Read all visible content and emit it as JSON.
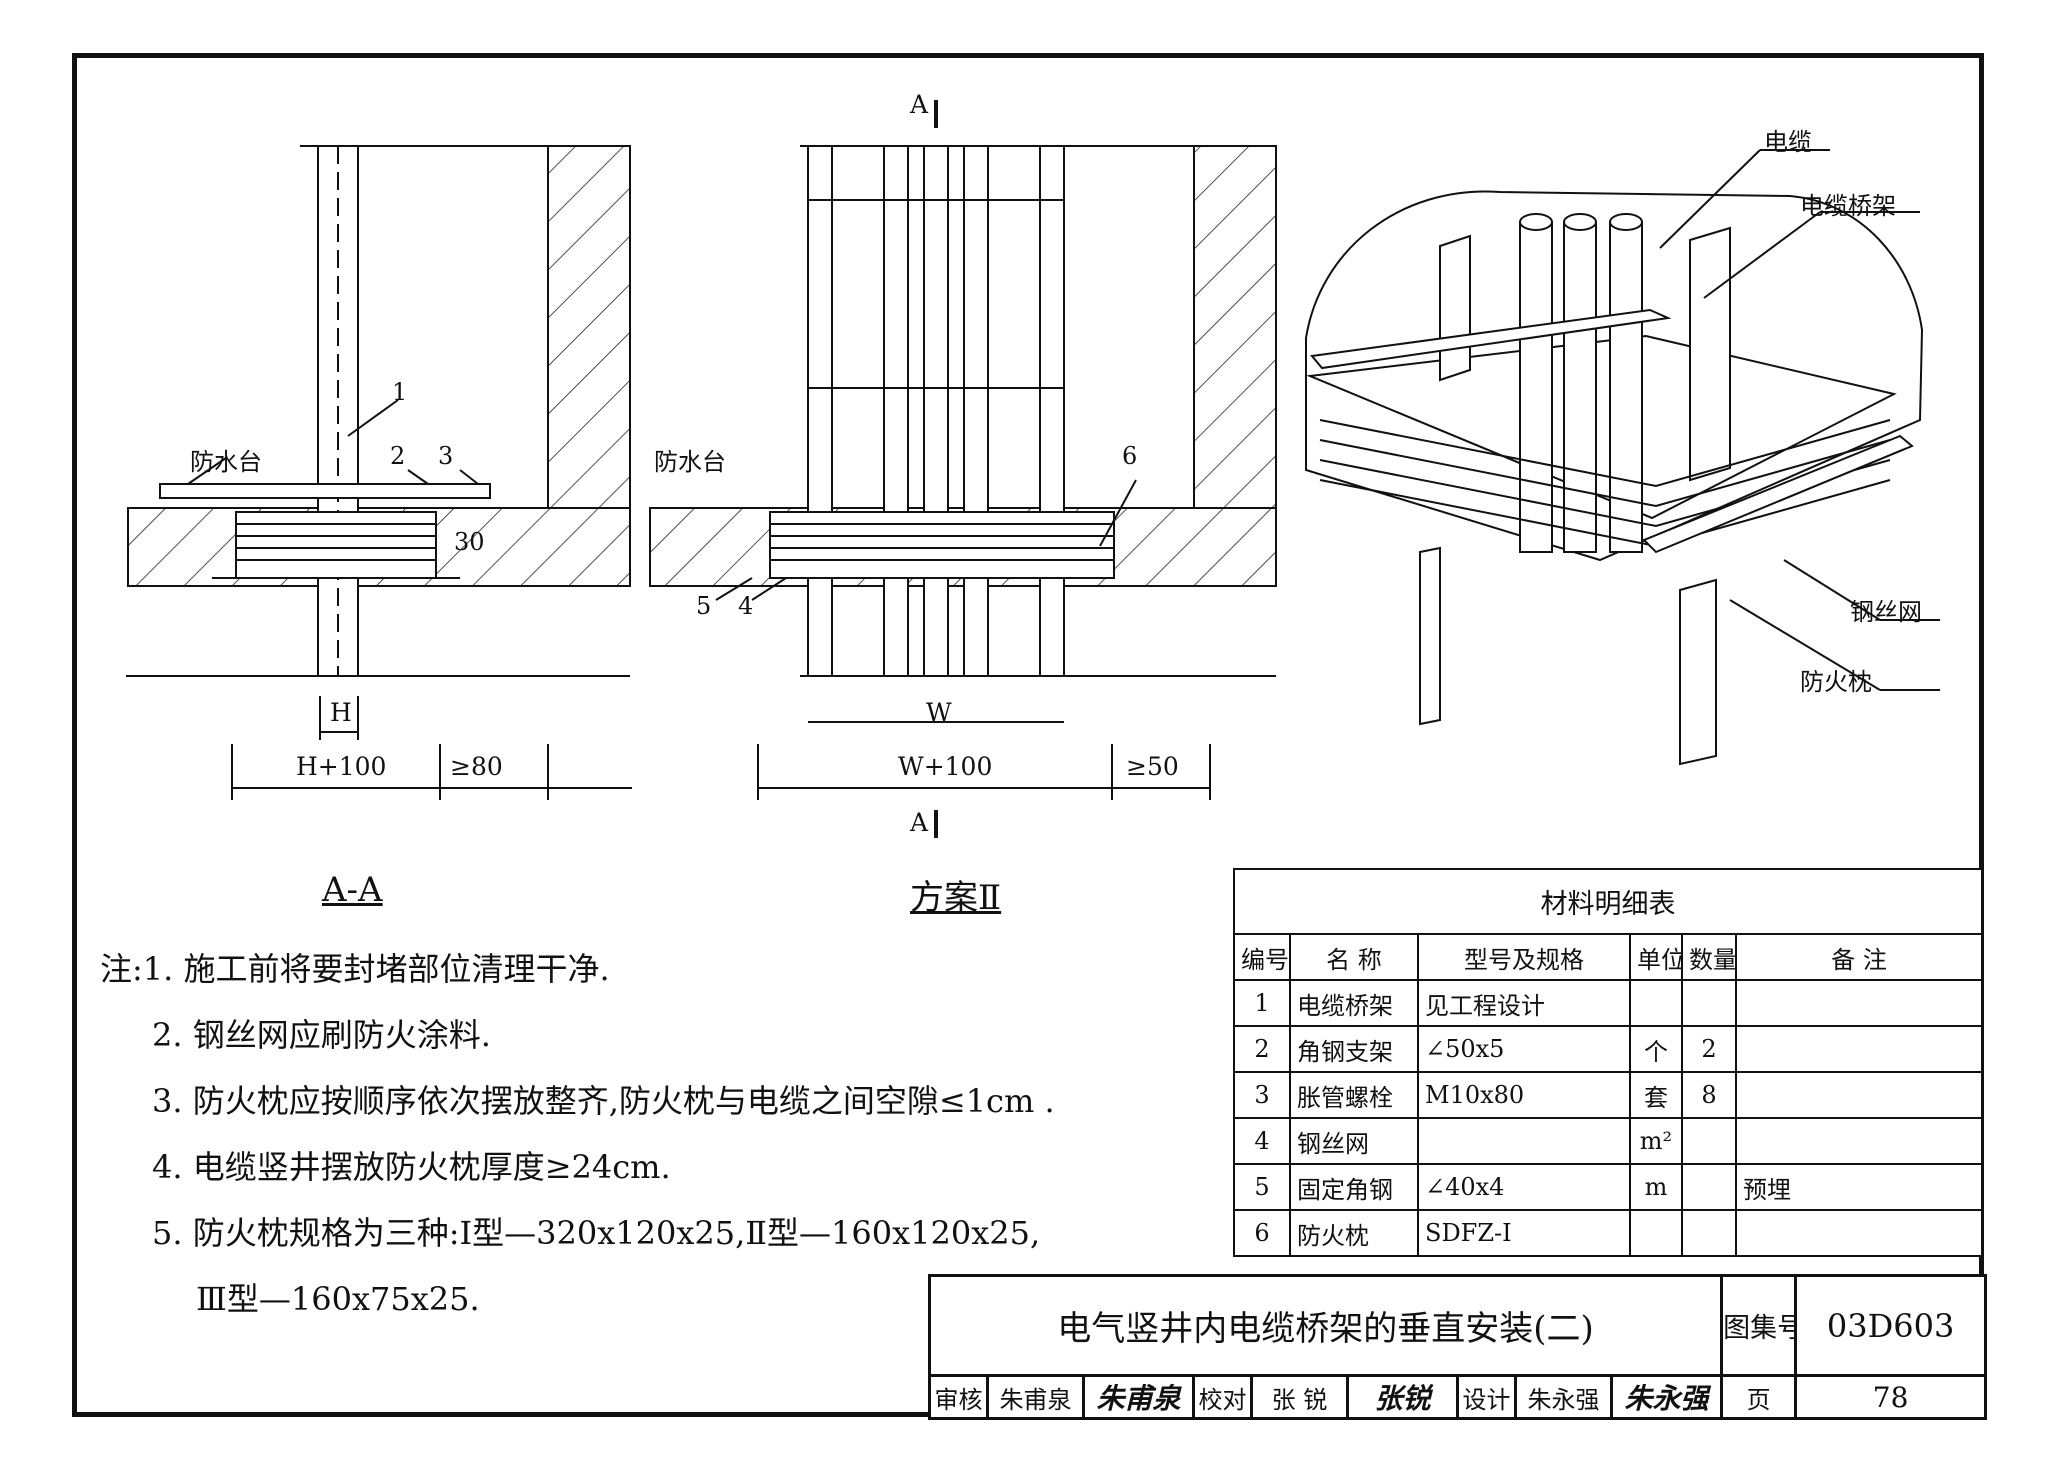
{
  "drawing": {
    "section_mark_top": "A",
    "section_mark_bottom": "A",
    "section_aa_labels": {
      "fangshuitai": "防水台",
      "item_1": "1",
      "item_2": "2",
      "item_3": "3",
      "dim_30": "30",
      "dim_h": "H",
      "dim_h100": "H+100",
      "dim_ge80": "≥80",
      "view_title": "A-A"
    },
    "scheme2_labels": {
      "fangshuitai": "防水台",
      "item_6": "6",
      "item_5": "5",
      "item_4": "4",
      "dim_w": "W",
      "dim_w100": "W+100",
      "dim_ge50": "≥50",
      "view_title": "方案Ⅱ"
    },
    "iso_labels": {
      "cable": "电缆",
      "cable_tray": "电缆桥架",
      "wire_mesh": "钢丝网",
      "fire_pillow": "防火枕"
    }
  },
  "notes": {
    "lines": [
      "注:1. 施工前将要封堵部位清理干净.",
      "2. 钢丝网应刷防火涂料.",
      "3. 防火枕应按顺序依次摆放整齐,防火枕与电缆之间空隙≤1cm .",
      "4. 电缆竖井摆放防火枕厚度≥24cm.",
      "5. 防火枕规格为三种:Ⅰ型—320x120x25,Ⅱ型—160x120x25,",
      "Ⅲ型—160x75x25."
    ]
  },
  "material_table": {
    "title": "材料明细表",
    "headers": [
      "编号",
      "名  称",
      "型号及规格",
      "单位",
      "数量",
      "备    注"
    ],
    "rows": [
      [
        "1",
        "电缆桥架",
        "见工程设计",
        "",
        "",
        ""
      ],
      [
        "2",
        "角钢支架",
        "∠50x5",
        "个",
        "2",
        ""
      ],
      [
        "3",
        "胀管螺栓",
        "M10x80",
        "套",
        "8",
        ""
      ],
      [
        "4",
        "钢丝网",
        "",
        "m²",
        "",
        ""
      ],
      [
        "5",
        "固定角钢",
        "∠40x4",
        "m",
        "",
        "预埋"
      ],
      [
        "6",
        "防火枕",
        "SDFZ-Ⅰ",
        "",
        "",
        ""
      ]
    ]
  },
  "title_block": {
    "drawing_title": "电气竖井内电缆桥架的垂直安装(二)",
    "atlas_label": "图集号",
    "atlas_no": "03D603",
    "review_label": "审核",
    "reviewer": "朱甫泉",
    "reviewer_sig": "朱甫泉",
    "check_label": "校对",
    "checker": "张  锐",
    "checker_sig": "张锐",
    "design_label": "设计",
    "designer": "朱永强",
    "designer_sig": "朱永强",
    "page_label": "页",
    "page_no": "78"
  }
}
